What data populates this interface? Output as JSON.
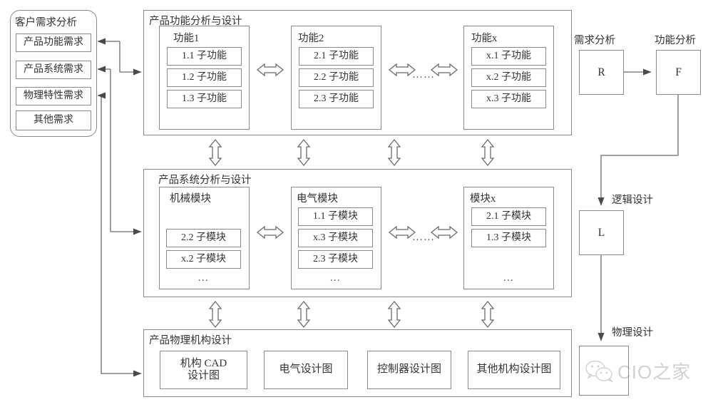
{
  "diagram": {
    "title_alt": "产品需求到物理设计的映射流程图",
    "customer": {
      "title": "客户需求分析",
      "items": [
        {
          "label": "产品功能需求"
        },
        {
          "label": "产品系统需求"
        },
        {
          "label": "物理特性需求"
        },
        {
          "label": "其他需求"
        }
      ]
    },
    "sections": [
      {
        "id": "function",
        "title": "产品功能分析与设计",
        "ellipsis": "……",
        "groups": [
          {
            "title": "功能1",
            "items": [
              "1.1 子功能",
              "1.2 子功能",
              "1.3 子功能"
            ]
          },
          {
            "title": "功能2",
            "items": [
              "2.1 子功能",
              "2.2 子功能",
              "2.3 子功能"
            ]
          },
          {
            "title": "功能x",
            "items": [
              "x.1 子功能",
              "x.2 子功能",
              "x.3 子功能"
            ]
          }
        ]
      },
      {
        "id": "system",
        "title": "产品系统分析与设计",
        "ellipsis": "……",
        "groups": [
          {
            "title": "机械模块",
            "items": [
              "2.2 子模块",
              "x.2 子模块"
            ],
            "tail": "…"
          },
          {
            "title": "电气模块",
            "items": [
              "1.1 子模块",
              "x.3 子模块",
              "2.3 子模块"
            ],
            "tail": "…"
          },
          {
            "title": "模块x",
            "items": [
              "2.1 子模块",
              "1.3 子模块"
            ],
            "tail": "…"
          }
        ]
      },
      {
        "id": "physical",
        "title": "产品物理机构设计",
        "cards": [
          "机构 CAD\n设计图",
          "电气设计图",
          "控制器设计图",
          "其他机构设计图"
        ]
      }
    ],
    "right_flow": {
      "nodes": [
        {
          "caption": "需求分析",
          "letter": "R"
        },
        {
          "caption": "功能分析",
          "letter": "F"
        },
        {
          "caption": "逻辑设计",
          "letter": "L"
        },
        {
          "caption": "物理设计",
          "letter": ""
        }
      ]
    },
    "watermark": {
      "text": "CIO之家",
      "icon": "wechat-icon"
    },
    "colors": {
      "stroke": "#8a8a8a",
      "wire": "#6b6b6b",
      "text": "#333333",
      "background": "#ffffff"
    }
  }
}
